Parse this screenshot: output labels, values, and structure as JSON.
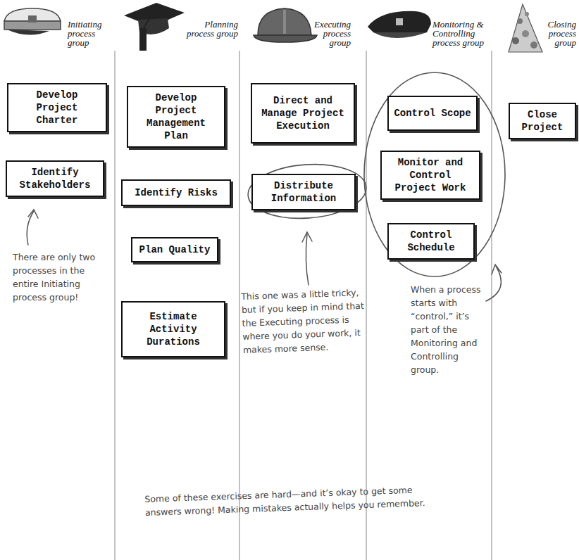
{
  "diagram": {
    "nodes": [
      {
        "text": [
          "Develop Project Charter"
        ]
      },
      {
        "text": [
          "Identify Stakeholders"
        ]
      },
      {
        "text": [
          "Develop Project Management Plan"
        ]
      },
      {
        "text": [
          "Identify Risks"
        ]
      },
      {
        "text": [
          "Plan Quality"
        ]
      },
      {
        "text": [
          "Estimate Activity Durations"
        ]
      },
      {
        "text": [
          "Direct and Manage Project Execution"
        ]
      },
      {
        "text": [
          "Distribute Information"
        ]
      },
      {
        "text": [
          "Control Scope"
        ]
      },
      {
        "text": [
          "Monitor and Control Project Work"
        ]
      },
      {
        "text": [
          "Control Schedule"
        ]
      },
      {
        "text": [
          "Close Project"
        ]
      }
    ],
    "labels": [
      "Initiating process group",
      "Planning process group",
      "Executing process group",
      "Monitoring & Controlling process group",
      "Closing process group",
      "There are only two processes in the entire Initiating process group!",
      "This one was a little tricky, but if you keep in mind that the Executing process is where you do your work, it makes more sense.",
      "When a process starts with “control,” it’s part of the Monitoring and Controlling group.",
      "Some of these exercises are hard—and it’s okay to get some answers wrong! Making mistakes actually helps you remember."
    ]
  }
}
